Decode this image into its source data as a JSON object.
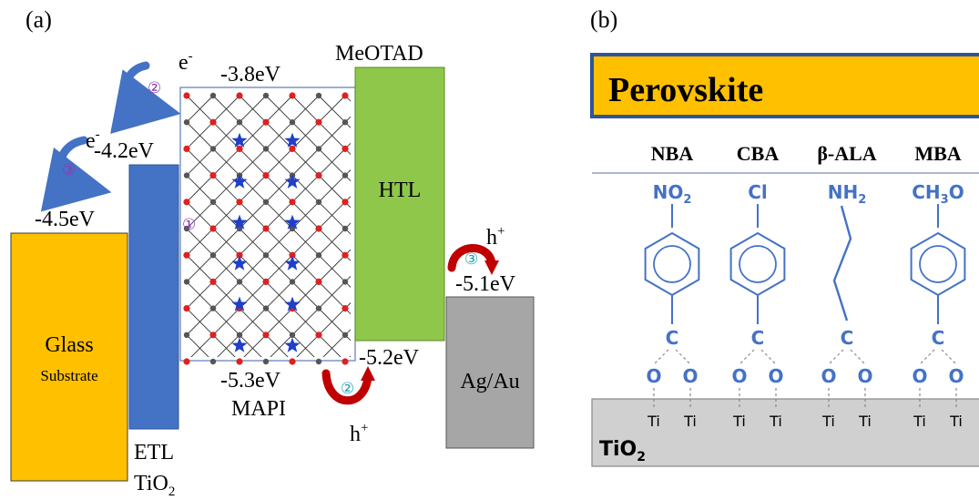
{
  "panel_a": {
    "label": "(a)",
    "glass_line1": "Glass",
    "glass_line2": "Substrate",
    "etl_line1": "ETL",
    "etl_line2": "TiO",
    "etl_sub": "2",
    "htl": "HTL",
    "htl_name": "MeOTAD",
    "mapi": "MAPI",
    "electrode": "Ag/Au",
    "level_glass": "-4.5eV",
    "level_etl": "-4.2eV",
    "level_mapi_cb": "-3.8eV",
    "level_mapi_vb": "-5.3eV",
    "level_htl_vb": "-5.2eV",
    "level_electrode": "-5.1eV",
    "electron": "e",
    "electron_sup": "-",
    "hole": "h",
    "hole_sup": "+",
    "step1": "①",
    "step2": "②",
    "step3": "③",
    "colors": {
      "glass": "#ffc000",
      "etl": "#4472c4",
      "htl": "#8fc74a",
      "electrode": "#a6a6a6",
      "arrow_blue": "#4472c4",
      "arrow_red": "#c00000",
      "lattice_red": "#e02020",
      "lattice_star": "#1f3fc8"
    }
  },
  "panel_b": {
    "label": "(b)",
    "perovskite": "Perovskite",
    "molecule_names": [
      "NBA",
      "CBA",
      "β-ALA",
      "MBA"
    ],
    "top_groups": [
      "NO",
      "Cl",
      "NH",
      "CH"
    ],
    "top_group_subs": [
      "2",
      "",
      "2",
      "3"
    ],
    "top_group_tails": [
      "",
      "",
      "",
      "O"
    ],
    "carbon": "C",
    "oxygen": "O",
    "titanium": "Ti",
    "substrate": "TiO",
    "substrate_sub": "2",
    "colors": {
      "perovskite": "#ffc000",
      "perovskite_border": "#2e5597",
      "molecule": "#4472c4",
      "substrate": "#d0d0d0"
    }
  }
}
